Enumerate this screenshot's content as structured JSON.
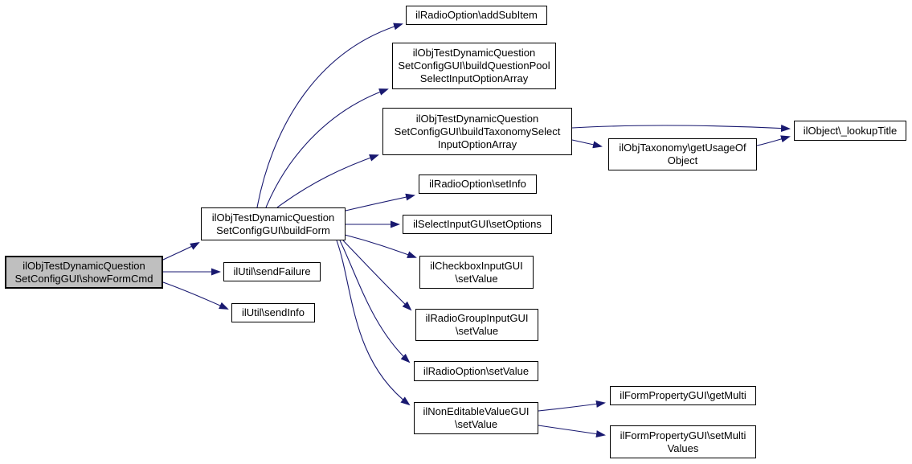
{
  "diagram": {
    "kind": "call-graph",
    "colors": {
      "background": "#ffffff",
      "edge": "#191970",
      "node_border": "#000000",
      "node_fill": "#ffffff",
      "highlight_node_fill": "#bfbfbf",
      "text": "#000000"
    },
    "nodes": {
      "showFormCmd": {
        "label": "ilObjTestDynamicQuestion\nSetConfigGUI\\showFormCmd",
        "highlighted": true
      },
      "buildForm": {
        "label": "ilObjTestDynamicQuestion\nSetConfigGUI\\buildForm"
      },
      "sendFailure": {
        "label": "ilUtil\\sendFailure"
      },
      "sendInfo": {
        "label": "ilUtil\\sendInfo"
      },
      "addSubItem": {
        "label": "ilRadioOption\\addSubItem"
      },
      "buildQuestionPool": {
        "label": "ilObjTestDynamicQuestion\nSetConfigGUI\\buildQuestionPool\nSelectInputOptionArray"
      },
      "buildTaxonomySelect": {
        "label": "ilObjTestDynamicQuestion\nSetConfigGUI\\buildTaxonomySelect\nInputOptionArray"
      },
      "setInfo": {
        "label": "ilRadioOption\\setInfo"
      },
      "setOptions": {
        "label": "ilSelectInputGUI\\setOptions"
      },
      "checkboxSetValue": {
        "label": "ilCheckboxInputGUI\n\\setValue"
      },
      "radioGroupSetValue": {
        "label": "ilRadioGroupInputGUI\n\\setValue"
      },
      "radioOptionSetValue": {
        "label": "ilRadioOption\\setValue"
      },
      "nonEditableSetValue": {
        "label": "ilNonEditableValueGUI\n\\setValue"
      },
      "getUsageOfObject": {
        "label": "ilObjTaxonomy\\getUsageOf\nObject"
      },
      "lookupTitle": {
        "label": "ilObject\\_lookupTitle"
      },
      "getMulti": {
        "label": "ilFormPropertyGUI\\getMulti"
      },
      "setMultiValues": {
        "label": "ilFormPropertyGUI\\setMulti\nValues"
      }
    },
    "edges": [
      {
        "from": "showFormCmd",
        "to": "buildForm"
      },
      {
        "from": "showFormCmd",
        "to": "sendFailure"
      },
      {
        "from": "showFormCmd",
        "to": "sendInfo"
      },
      {
        "from": "buildForm",
        "to": "addSubItem"
      },
      {
        "from": "buildForm",
        "to": "buildQuestionPool"
      },
      {
        "from": "buildForm",
        "to": "buildTaxonomySelect"
      },
      {
        "from": "buildForm",
        "to": "setInfo"
      },
      {
        "from": "buildForm",
        "to": "setOptions"
      },
      {
        "from": "buildForm",
        "to": "checkboxSetValue"
      },
      {
        "from": "buildForm",
        "to": "radioGroupSetValue"
      },
      {
        "from": "buildForm",
        "to": "radioOptionSetValue"
      },
      {
        "from": "buildForm",
        "to": "nonEditableSetValue"
      },
      {
        "from": "buildTaxonomySelect",
        "to": "lookupTitle"
      },
      {
        "from": "buildTaxonomySelect",
        "to": "getUsageOfObject"
      },
      {
        "from": "getUsageOfObject",
        "to": "lookupTitle"
      },
      {
        "from": "nonEditableSetValue",
        "to": "getMulti"
      },
      {
        "from": "nonEditableSetValue",
        "to": "setMultiValues"
      }
    ]
  }
}
